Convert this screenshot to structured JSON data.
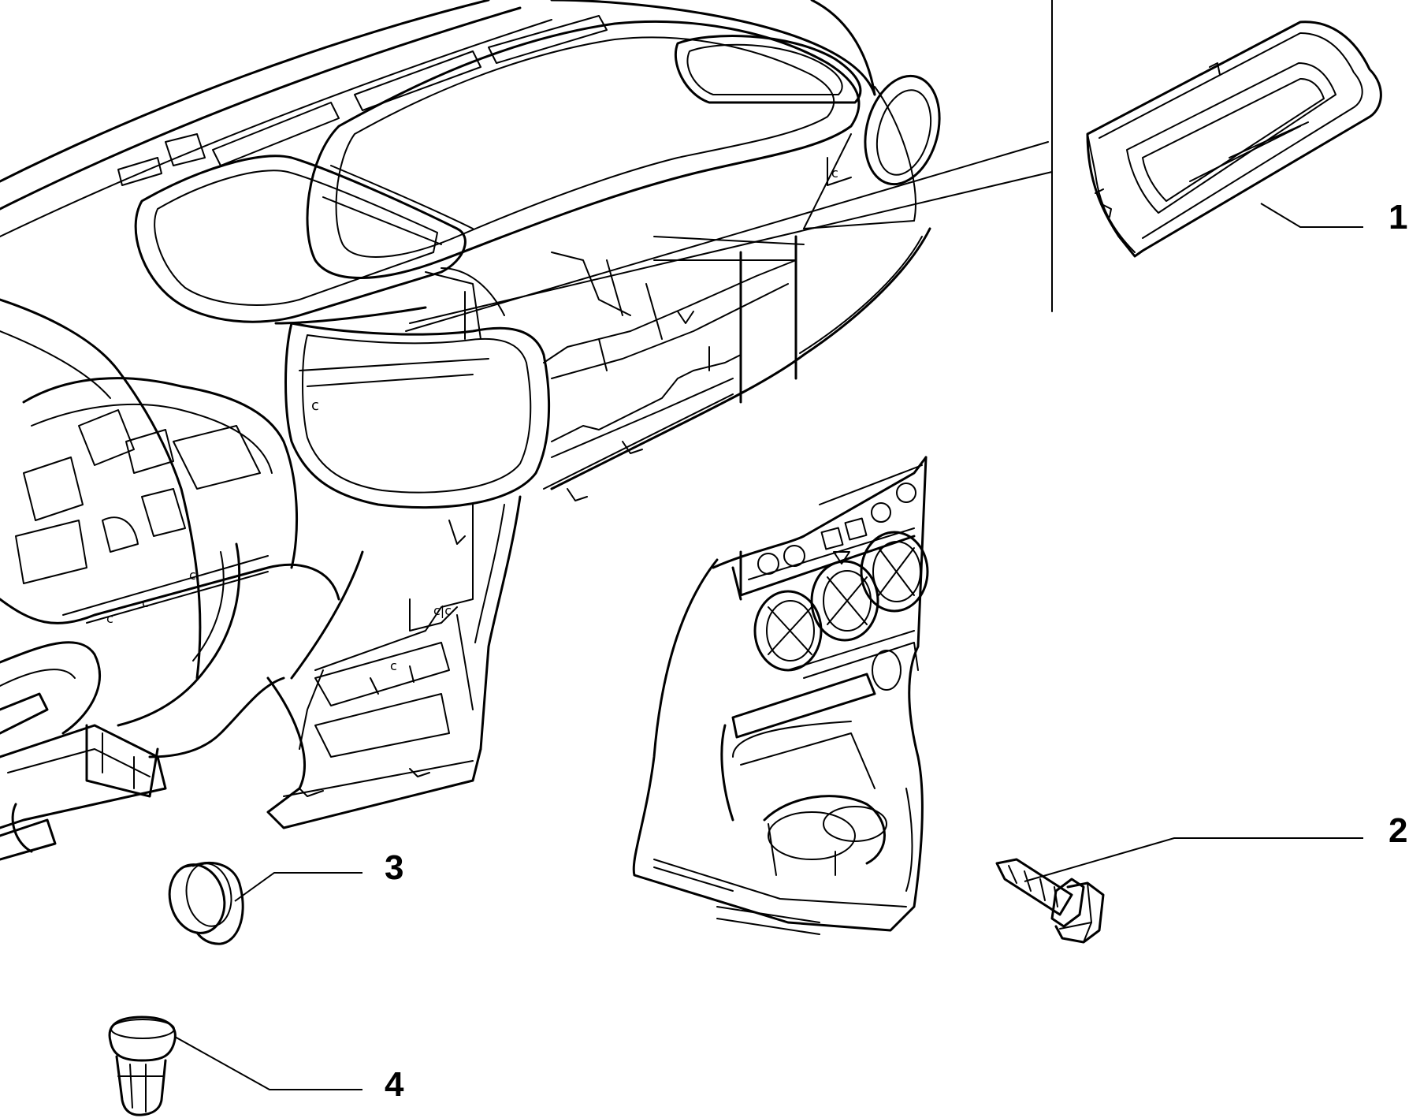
{
  "diagram": {
    "callouts": [
      {
        "label": "1"
      },
      {
        "label": "2"
      },
      {
        "label": "3"
      },
      {
        "label": "4"
      }
    ],
    "colors": {
      "line": "#000000",
      "background": "#ffffff"
    }
  }
}
